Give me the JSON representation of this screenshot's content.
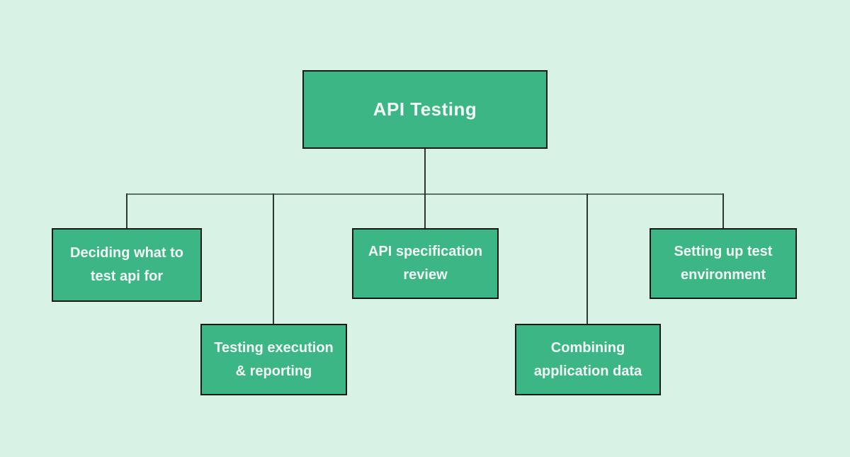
{
  "diagram": {
    "type": "flowchart",
    "root": {
      "label": "API Testing"
    },
    "children": [
      {
        "label": "Deciding what to test api for"
      },
      {
        "label": "Testing execution & reporting"
      },
      {
        "label": "API specification review"
      },
      {
        "label": "Combining application data"
      },
      {
        "label": "Setting up test environment"
      }
    ],
    "edges": [
      [
        "API Testing",
        "Deciding what to test api for"
      ],
      [
        "API Testing",
        "Testing execution & reporting"
      ],
      [
        "API Testing",
        "API specification review"
      ],
      [
        "API Testing",
        "Combining application data"
      ],
      [
        "API Testing",
        "Setting up test environment"
      ]
    ],
    "colors": {
      "background": "#d9f2e6",
      "node-fill": "#3db686",
      "node-border": "#111a14",
      "node-text": "#f2f8f5",
      "connector": "#5d7065",
      "connector-vert": "#2b3830"
    }
  }
}
